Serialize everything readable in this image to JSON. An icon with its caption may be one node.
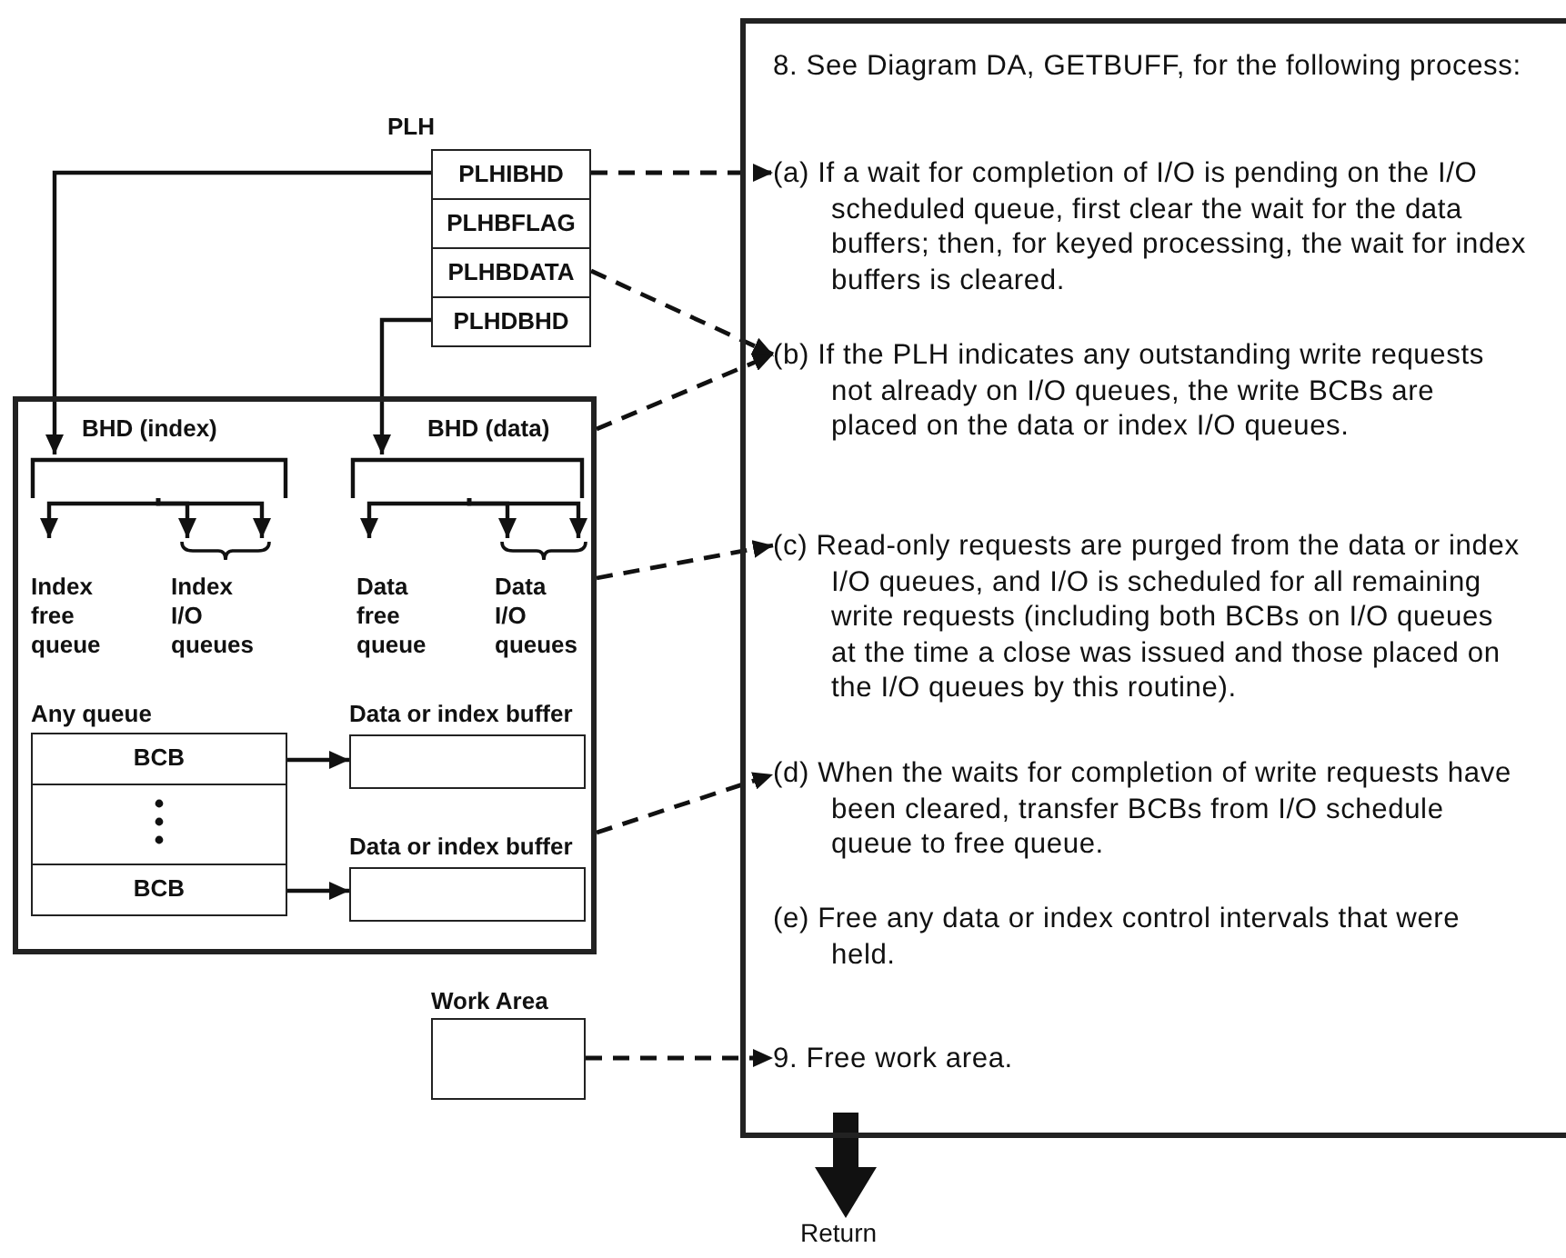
{
  "diagram": {
    "nodes": [
      {
        "text": [
          "PLH"
        ]
      },
      {
        "text": [
          "PLHIBHD"
        ],
        "in": 0
      },
      {
        "text": [
          "PLHBFLAG"
        ],
        "in": 0
      },
      {
        "text": [
          "PLHBDATA"
        ],
        "in": 0
      },
      {
        "text": [
          "PLHDBHD"
        ],
        "in": 0
      },
      {
        "text": [],
        "shape": "box"
      },
      {
        "text": [
          "BHD (index)"
        ],
        "in": 5
      },
      {
        "text": [
          "Index free queue"
        ],
        "in": 5
      },
      {
        "text": [
          "Index I/O queues"
        ],
        "in": 5
      },
      {
        "text": [
          "BHD (data)"
        ],
        "in": 5
      },
      {
        "text": [
          "Data free queue"
        ],
        "in": 5
      },
      {
        "text": [
          "Data I/O queues"
        ],
        "in": 5
      },
      {
        "text": [
          "Any queue"
        ],
        "in": 5
      },
      {
        "text": [
          "BCB"
        ],
        "in": 12
      },
      {
        "text": [],
        "shape": "box",
        "in": 12
      },
      {
        "text": [
          "BCB"
        ],
        "in": 12
      },
      {
        "text": [
          "Data or index buffer"
        ],
        "in": 5
      },
      {
        "text": [
          "Data or index buffer"
        ],
        "in": 5
      },
      {
        "text": [],
        "shape": "box"
      },
      {
        "text": [
          "8. See Diagram DA, GETBUFF, for the following process:"
        ],
        "in": 18
      },
      {
        "text": [
          "(a) If a wait for completion of I/O is pending on the I/O scheduled queue, first clear the wait for the data buffers; then, for keyed processing, the wait for index buffers is cleared."
        ],
        "in": 18
      },
      {
        "text": [
          "(b) If the PLH indicates any outstanding write requests not already on I/O queues, the write BCBs are placed on the data or index I/O queues."
        ],
        "in": 18
      },
      {
        "text": [
          "(c) Read-only requests are purged from the data or index I/O queues, and I/O is scheduled for all remaining write requests (including both BCBs on I/O queues at the time a close was issued and those placed on the I/O queues by this routine)."
        ],
        "in": 18
      },
      {
        "text": [
          "(d) When the waits for completion of write requests have been cleared, transfer BCBs from I/O schedule queue to free queue."
        ],
        "in": 18
      },
      {
        "text": [
          "(e) Free any data or index control intervals that were held."
        ],
        "in": 18
      },
      {
        "text": [
          "9. Free work area."
        ],
        "in": 18
      },
      {
        "text": [
          "Work Area"
        ]
      },
      {
        "text": [
          "Return"
        ]
      }
    ],
    "edges": [
      {
        "from": 1,
        "to": 6,
        "arrow": "to"
      },
      {
        "from": 1,
        "to": 20,
        "arrow": "to",
        "style": "dashed"
      },
      {
        "from": 3,
        "to": 21,
        "arrow": "to",
        "style": "dashed"
      },
      {
        "from": 4,
        "to": 9,
        "arrow": "to"
      },
      {
        "from": 5,
        "to": 21,
        "arrow": "to",
        "style": "dashed"
      },
      {
        "from": 5,
        "to": 22,
        "arrow": "to",
        "style": "dashed"
      },
      {
        "from": 5,
        "to": 23,
        "arrow": "to",
        "style": "dashed"
      },
      {
        "from": 6,
        "to": 7,
        "arrow": "to"
      },
      {
        "from": 6,
        "to": 8,
        "arrow": "to"
      },
      {
        "from": 6,
        "to": 8,
        "arrow": "to"
      },
      {
        "from": 9,
        "to": 10,
        "arrow": "to"
      },
      {
        "from": 9,
        "to": 11,
        "arrow": "to"
      },
      {
        "from": 9,
        "to": 11,
        "arrow": "to"
      },
      {
        "from": 13,
        "to": 16,
        "arrow": "to"
      },
      {
        "from": 15,
        "to": 17,
        "arrow": "to"
      },
      {
        "from": 26,
        "to": 25,
        "arrow": "to",
        "style": "dashed"
      },
      {
        "from": 18,
        "to": 27,
        "arrow": "to",
        "style": "thick"
      }
    ]
  }
}
